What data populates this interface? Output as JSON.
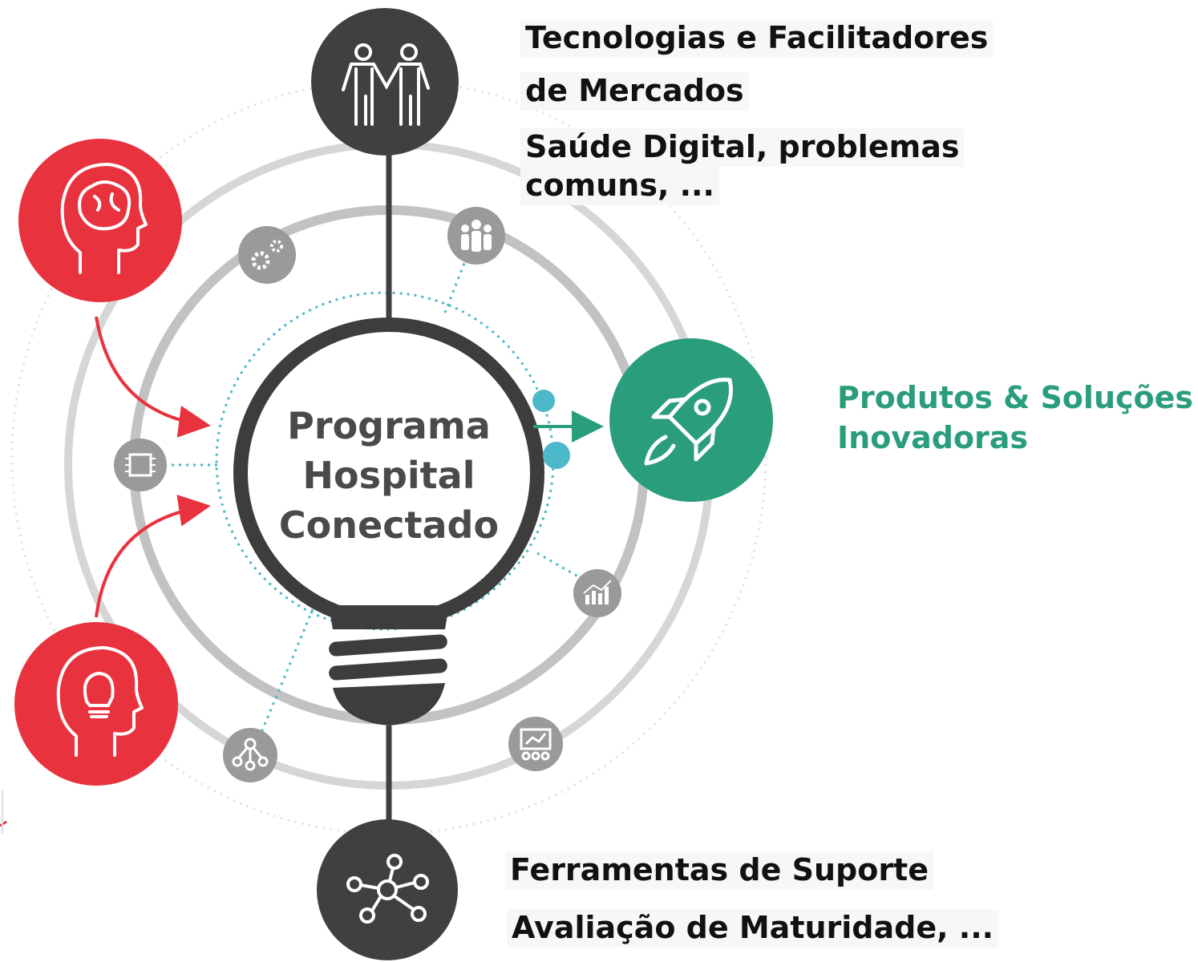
{
  "center": {
    "line1": "Programa",
    "line2": "Hospital",
    "line3": "Conectado"
  },
  "top_block": {
    "title_line1": "Tecnologias e Facilitadores",
    "title_line2": "de Mercados",
    "sub_line1": "Saúde Digital, problemas",
    "sub_line2": "comuns, ..."
  },
  "right_block": {
    "line1": "Produtos & Soluções",
    "line2": "Inovadoras"
  },
  "bottom_block": {
    "line1": "Ferramentas de Suporte",
    "line2": "Avaliação de Maturidade, ..."
  },
  "colors": {
    "red": "#e8333f",
    "green": "#2a9d7c",
    "dark": "#404040",
    "gray_ring": "#c9c9c9",
    "small_icon": "#9a9a9a",
    "teal_dots": "#4db8c9"
  },
  "icons": [
    "partnership-icon",
    "brain-head-icon",
    "lightbulb-head-icon",
    "rocket-icon",
    "network-icon",
    "gears-icon",
    "team-icon",
    "chip-icon",
    "growth-chart-icon",
    "org-chart-icon",
    "presentation-icon"
  ]
}
